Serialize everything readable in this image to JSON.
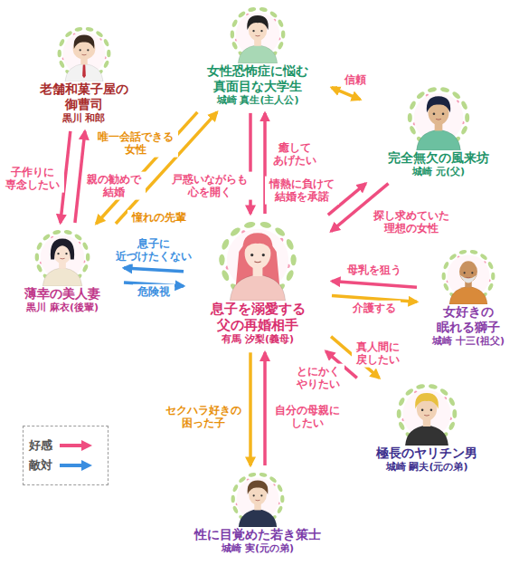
{
  "diagram": {
    "nodes": [
      {
        "text": [
          "女性恐怖症に悩む 真面目な大学生",
          "城崎 真生(主人公)"
        ]
      },
      {
        "text": [
          "老舗和菓子屋の 御曹司",
          "黒川 和郎"
        ]
      },
      {
        "text": [
          "完全無欠の風来坊",
          "城崎 元(父)"
        ]
      },
      {
        "text": [
          "薄幸の美人妻",
          "黒川 麻衣(後輩)"
        ]
      },
      {
        "text": [
          "息子を溺愛する 父の再婚相手",
          "有馬 汐梨(義母)"
        ]
      },
      {
        "text": [
          "女好きの 眠れる獅子",
          "城崎 十三(祖父)"
        ]
      },
      {
        "text": [
          "極長のヤリチン男",
          "城崎 嗣夫(元の弟)"
        ]
      },
      {
        "text": [
          "性に目覚めた若き策士",
          "城崎 実(元の弟)"
        ]
      }
    ],
    "edges": [
      {
        "from": 0,
        "to": 2,
        "label": "信頼",
        "arrow": "both"
      },
      {
        "from": 1,
        "to": 3,
        "label": "子作りに 専念したい",
        "arrow": "to"
      },
      {
        "from": 3,
        "to": 1,
        "label": "親の勧めで 結婚",
        "arrow": "to"
      },
      {
        "from": 0,
        "to": 3,
        "label": "唯一会話できる 女性",
        "arrow": "to"
      },
      {
        "from": 3,
        "to": 0,
        "label": "憧れの先輩",
        "arrow": "to"
      },
      {
        "from": 0,
        "to": 4,
        "label": "戸惑いながらも 心を開く",
        "arrow": "to"
      },
      {
        "from": 4,
        "to": 0,
        "label": "癒して あげたい",
        "arrow": "to"
      },
      {
        "from": 4,
        "to": 2,
        "label": "情熱に負けて 結婚を承諾",
        "arrow": "to"
      },
      {
        "from": 2,
        "to": 4,
        "label": "探し求めていた 理想の女性",
        "arrow": "to"
      },
      {
        "from": 4,
        "to": 3,
        "label": "息子に 近づけたくない",
        "arrow": "to"
      },
      {
        "from": 3,
        "to": 4,
        "label": "危険視",
        "arrow": "to"
      },
      {
        "from": 5,
        "to": 4,
        "label": "母乳を狙う",
        "arrow": "to"
      },
      {
        "from": 4,
        "to": 5,
        "label": "介護する",
        "arrow": "to"
      },
      {
        "from": 4,
        "to": 6,
        "label": "真人間に 戻したい",
        "arrow": "to"
      },
      {
        "from": 6,
        "to": 4,
        "label": "とにかく やりたい",
        "arrow": "to"
      },
      {
        "from": 4,
        "to": 7,
        "label": "セクハラ好きの 困った子",
        "arrow": "to"
      },
      {
        "from": 7,
        "to": 4,
        "label": "自分の母親に したい",
        "arrow": "to"
      }
    ],
    "legend": [
      {
        "text": "好感",
        "color": "#ef4d80"
      },
      {
        "text": "敵対",
        "color": "#3a8ee0"
      }
    ]
  }
}
